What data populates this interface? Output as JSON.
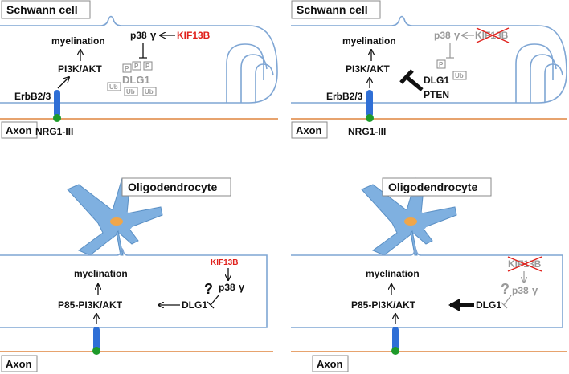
{
  "panels": {
    "tl": {
      "cell_label": "Schwann cell",
      "axon_label": "Axon",
      "myelination": "myelination",
      "pi3k": "PI3K/AKT",
      "receptor": "ErbB2/3",
      "ligand": "NRG1-III",
      "p38": "p38",
      "gamma": "γ",
      "kif": "KIF13B",
      "dlg": "DLG1",
      "p_tag": "P",
      "ub_tag": "Ub"
    },
    "tr": {
      "cell_label": "Schwann cell",
      "axon_label": "Axon",
      "myelination": "myelination",
      "pi3k": "PI3K/AKT",
      "receptor": "ErbB2/3",
      "ligand": "NRG1-III",
      "p38": "p38",
      "gamma": "γ",
      "kif": "KIF13B",
      "dlg": "DLG1",
      "pten": "PTEN",
      "p_tag": "P",
      "ub_tag": "Ub"
    },
    "bl": {
      "cell_label": "Oligodendrocyte",
      "axon_label": "Axon",
      "myelination": "myelination",
      "p85": "P85-PI3K/AKT",
      "dlg": "DLG1",
      "p38": "p38",
      "gamma": "γ",
      "kif": "KIF13B",
      "question": "?"
    },
    "br": {
      "cell_label": "Oligodendrocyte",
      "axon_label": "Axon",
      "myelination": "myelination",
      "p85": "P85-PI3K/AKT",
      "dlg": "DLG1",
      "p38": "p38",
      "gamma": "γ",
      "kif": "KIF13B",
      "question": "?"
    }
  },
  "colors": {
    "membrane": "#7fa6d4",
    "axon_line": "#e7a36e",
    "receptor": "#2f6fd6",
    "ligand": "#1e9a2a",
    "highlight": "#e0201b",
    "inactive": "#9a9a9a",
    "cell_body": "#7fb0e0",
    "nucleus": "#f0a64a"
  }
}
